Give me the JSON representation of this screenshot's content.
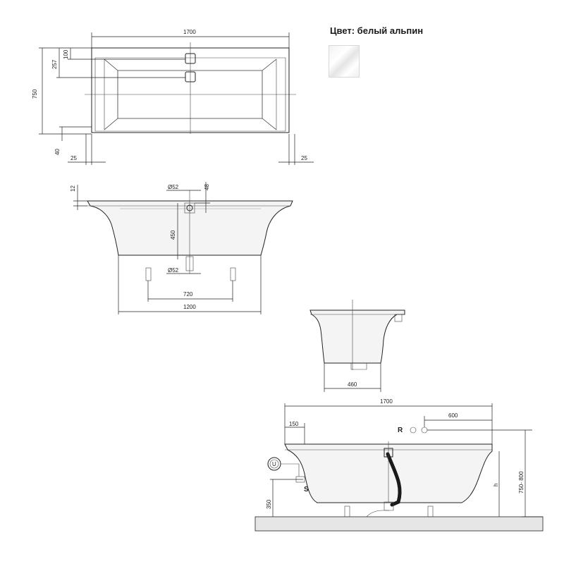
{
  "color_label": "Цвет: белый альпин",
  "swatch_color": "#f4f4f4",
  "top_view": {
    "dim_length": "1700",
    "dim_width": "750",
    "dim_100": "100",
    "dim_257": "257",
    "dim_40": "40",
    "dim_25_left": "25",
    "dim_25_right": "25"
  },
  "side_view": {
    "dim_12": "12",
    "dim_d52_top": "Ø52",
    "dim_48": "48",
    "dim_450": "450",
    "dim_d52_bottom": "Ø52",
    "dim_720": "720",
    "dim_1200": "1200"
  },
  "end_view": {
    "dim_460": "460"
  },
  "install_view": {
    "dim_1700": "1700",
    "dim_600": "600",
    "dim_150": "150",
    "label_r": "R",
    "label_u": "U",
    "label_s": "S",
    "label_h": "h",
    "dim_height": "750- 800",
    "dim_350": "350"
  }
}
